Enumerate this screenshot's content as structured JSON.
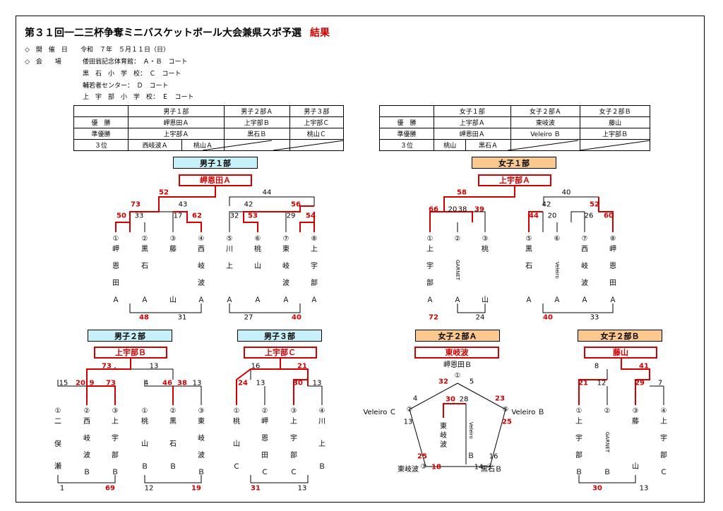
{
  "header": {
    "title": "第３１回一二三杯争奪ミニバスケットボール大会兼県スポ予選",
    "result_label": "結果",
    "date_label": "◇　開　催　日",
    "date_value": "令和　７年　５月１１日（日）",
    "venue_label": "◇　会　　場",
    "venues": [
      "倭田翁記念体育館：　Ａ・Ｂ　コート",
      "黒　石　小　学　校：　Ｃ　コート",
      "輔若者センター：　Ｄ　コート",
      "上　宇　部　小　学　校：　Ｅ　コート"
    ]
  },
  "boys_table": {
    "headers": [
      "",
      "男子１部",
      "男子２部Ａ",
      "男子３部"
    ],
    "row_labels": [
      "優　勝",
      "準優勝",
      "３位"
    ],
    "champ": [
      "岬恩田Ａ",
      "上宇部Ｂ",
      "上宇部Ｃ"
    ],
    "runner": [
      "上宇部Ａ",
      "黒石Ｂ",
      "桃山Ｃ"
    ],
    "third": [
      "西岐波Ａ",
      "桃山Ａ"
    ]
  },
  "girls_table": {
    "headers": [
      "",
      "女子１部",
      "女子２部Ａ",
      "女子２部Ｂ"
    ],
    "row_labels": [
      "優　勝",
      "準優勝",
      "３位"
    ],
    "champ": [
      "上宇部Ａ",
      "東岐波",
      "藤山"
    ],
    "runner": [
      "岬恩田Ａ",
      "Veleiro Ｂ",
      "上宇部Ｂ"
    ],
    "third": [
      "桃山",
      "黒石Ａ"
    ]
  },
  "brackets": {
    "b1": {
      "title": "男子１部",
      "winner": "岬恩田Ａ",
      "teams": [
        {
          "n": "①",
          "c": [
            "岬",
            "恩",
            "田",
            "Ａ"
          ]
        },
        {
          "n": "②",
          "c": [
            "黒",
            "石",
            "",
            "Ａ"
          ]
        },
        {
          "n": "③",
          "c": [
            "藤",
            "",
            "",
            "山"
          ]
        },
        {
          "n": "④",
          "c": [
            "西",
            "岐",
            "波",
            "Ａ"
          ]
        },
        {
          "n": "⑤",
          "c": [
            "川",
            "上",
            "",
            "Ａ"
          ]
        },
        {
          "n": "⑥",
          "c": [
            "桃",
            "山",
            "",
            "Ａ"
          ]
        },
        {
          "n": "⑦",
          "c": [
            "東",
            "岐",
            "波",
            "Ａ"
          ]
        },
        {
          "n": "⑧",
          "c": [
            "上",
            "宇",
            "部",
            "Ａ"
          ]
        }
      ],
      "scores": [
        "52",
        "44",
        "73",
        "43",
        "42",
        "56",
        "50",
        "33",
        "17",
        "62",
        "32",
        "53",
        "29",
        "54",
        "48",
        "31",
        "27",
        "40"
      ]
    },
    "g1": {
      "title": "女子１部",
      "winner": "上宇部Ａ",
      "teams": [
        {
          "n": "①",
          "c": [
            "上",
            "宇",
            "部",
            "Ａ"
          ]
        },
        {
          "n": "②",
          "c": [
            "GARNET",
            "Ａ"
          ]
        },
        {
          "n": "③",
          "c": [
            "桃",
            "",
            "",
            "山"
          ]
        },
        {
          "n": "⑤",
          "c": [
            "黒",
            "石",
            "",
            "Ａ"
          ]
        },
        {
          "n": "⑥",
          "c": [
            "Veleiro",
            "Ａ"
          ]
        },
        {
          "n": "⑦",
          "c": [
            "西",
            "岐",
            "波",
            "Ａ"
          ]
        },
        {
          "n": "⑧",
          "c": [
            "岬",
            "恩",
            "田",
            "Ａ"
          ]
        }
      ],
      "scores": [
        "58",
        "40",
        "66",
        "20",
        "38",
        "39",
        "42",
        "52",
        "44",
        "20",
        "26",
        "60",
        "72",
        "24",
        "40",
        "33"
      ]
    },
    "b2": {
      "title": "男子２部",
      "winner": "上宇部Ｂ",
      "teams": [
        {
          "n": "①",
          "c": [
            "二",
            "俣",
            "瀬"
          ]
        },
        {
          "n": "②",
          "c": [
            "西",
            "岐",
            "波",
            "Ｂ"
          ]
        },
        {
          "n": "③",
          "c": [
            "上",
            "宇",
            "部",
            "Ｂ"
          ]
        },
        {
          "n": "①",
          "c": [
            "桃",
            "山",
            "Ｂ"
          ]
        },
        {
          "n": "②",
          "c": [
            "黒",
            "石",
            "Ｂ"
          ]
        },
        {
          "n": "③",
          "c": [
            "東",
            "岐",
            "波",
            "Ｂ"
          ]
        }
      ],
      "scores": [
        "73",
        "13",
        "15",
        "20",
        "9",
        "73",
        "4",
        "46",
        "38",
        "13",
        "1",
        "69",
        "12",
        "19"
      ]
    },
    "b3": {
      "title": "男子３部",
      "winner": "上宇部Ｃ",
      "teams": [
        {
          "n": "①",
          "c": [
            "桃",
            "山",
            "Ｃ"
          ]
        },
        {
          "n": "②",
          "c": [
            "岬",
            "恩",
            "田",
            "Ｃ"
          ]
        },
        {
          "n": "③",
          "c": [
            "上",
            "宇",
            "部",
            "Ｃ"
          ]
        },
        {
          "n": "④",
          "c": [
            "川",
            "上",
            "Ｂ"
          ]
        }
      ],
      "scores": [
        "16",
        "21",
        "24",
        "13",
        "30",
        "13",
        "31",
        "13"
      ]
    },
    "g2a": {
      "title": "女子２部Ａ",
      "winner": "東岐波",
      "teams": [
        "岬恩田Ｂ",
        "Veleiro Ｂ",
        "黒石Ｂ",
        "東岐波",
        "Veleiro Ｃ"
      ],
      "nums": [
        "①",
        "⑤",
        "④",
        "③",
        "②"
      ],
      "inner": [
        "東",
        "岐",
        "波",
        "Veleiro",
        "Ｂ"
      ],
      "scores": [
        "32",
        "5",
        "4",
        "13",
        "23",
        "25",
        "25",
        "18",
        "14",
        "16",
        "30",
        "28"
      ]
    },
    "g2b": {
      "title": "女子２部Ｂ",
      "winner": "藤山",
      "teams": [
        {
          "n": "①",
          "c": [
            "上",
            "宇",
            "部",
            "Ｂ"
          ]
        },
        {
          "n": "②",
          "c": [
            "GARNET",
            "Ｂ"
          ]
        },
        {
          "n": "③",
          "c": [
            "藤",
            "",
            "山"
          ]
        },
        {
          "n": "④",
          "c": [
            "上",
            "宇",
            "部",
            "Ｃ"
          ]
        }
      ],
      "scores": [
        "8",
        "41",
        "21",
        "12",
        "29",
        "7",
        "30",
        "13"
      ]
    }
  }
}
